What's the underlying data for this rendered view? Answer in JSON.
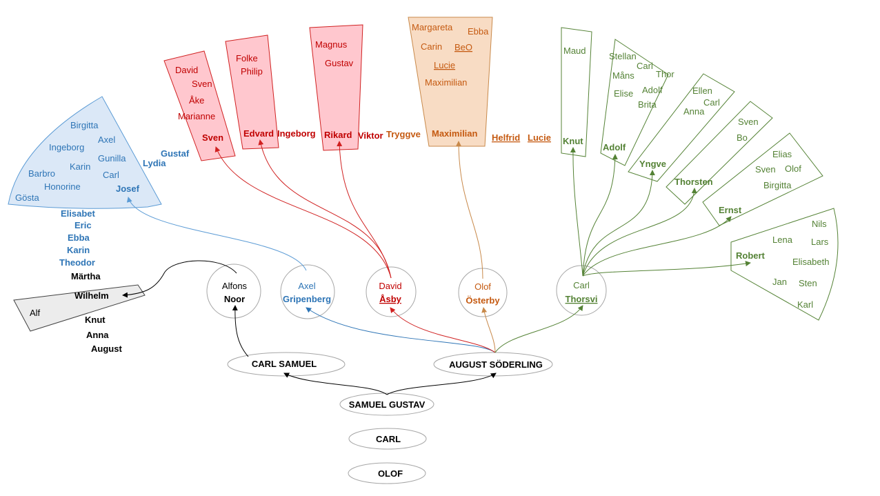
{
  "colors": {
    "red": "#c00000",
    "redFill": "#ffc7ce",
    "redStroke": "#d02020",
    "blue": "#2e75b6",
    "blueFill": "#dbe8f7",
    "blueStroke": "#5b9bd5",
    "orange": "#c55a11",
    "orangeFill": "#f8dcc4",
    "orangeStroke": "#c8894a",
    "green": "#548235",
    "greenStroke": "#548235",
    "grayFill": "#ececec",
    "black": "#000000"
  },
  "lineage": {
    "ancestors": [
      "OLOF",
      "CARL",
      "SAMUEL GUSTAV"
    ],
    "children": [
      "CARL SAMUEL",
      "AUGUST SÖDERLING"
    ]
  },
  "branches": {
    "noor": {
      "first": "Alfons",
      "surname": "Noor",
      "children": [
        "Märtha",
        "Wilhelm",
        "Knut",
        "Anna",
        "August"
      ],
      "grandchildren": [
        "Alf"
      ]
    },
    "gripenberg": {
      "first": "Axel",
      "surname": "Gripenberg",
      "children": [
        "Gustaf",
        "Lydia",
        "Josef",
        "Elisabet",
        "Eric",
        "Ebba",
        "Karin",
        "Theodor"
      ],
      "grandchildren": [
        "Birgitta",
        "Axel",
        "Ingeborg",
        "Gunilla",
        "Karin",
        "Barbro",
        "Carl",
        "Honorine",
        "Gösta"
      ]
    },
    "asby": {
      "first": "David",
      "surname": "Åsby",
      "children": [
        "Sven",
        "Edvard",
        "Ingeborg",
        "Rikard",
        "Viktor"
      ],
      "grandchildren_sven": [
        "David",
        "Sven",
        "Åke",
        "Marianne"
      ],
      "grandchildren_edvard": [
        "Folke",
        "Philip"
      ],
      "grandchildren_rikard": [
        "Magnus",
        "Gustav"
      ]
    },
    "osterby": {
      "first": "Olof",
      "surname": "Österby",
      "children": [
        "Tryggve",
        "Maximilian",
        "Helfrid",
        "Lucie"
      ],
      "grandchildren": [
        "Margareta",
        "Ebba",
        "Carin",
        "BeO",
        "Lucie",
        "Maximilian"
      ]
    },
    "thorsvi": {
      "first": "Carl",
      "surname": "Thorsvi",
      "children": [
        "Knut",
        "Adolf",
        "Yngve",
        "Thorsten",
        "Ernst",
        "Robert"
      ],
      "grandchildren_knut": [
        "Maud"
      ],
      "grandchildren_adolf": [
        "Stellan",
        "Carl",
        "Måns",
        "Thor",
        "Elise",
        "Adolf",
        "Brita"
      ],
      "grandchildren_yngve": [
        "Ellen",
        "Carl",
        "Anna"
      ],
      "grandchildren_thorsten": [
        "Sven",
        "Bo"
      ],
      "grandchildren_ernst": [
        "Elias",
        "Sven",
        "Olof",
        "Birgitta"
      ],
      "grandchildren_robert": [
        "Nils",
        "Lena",
        "Lars",
        "Elisabeth",
        "Jan",
        "Sten",
        "Karl"
      ]
    }
  }
}
